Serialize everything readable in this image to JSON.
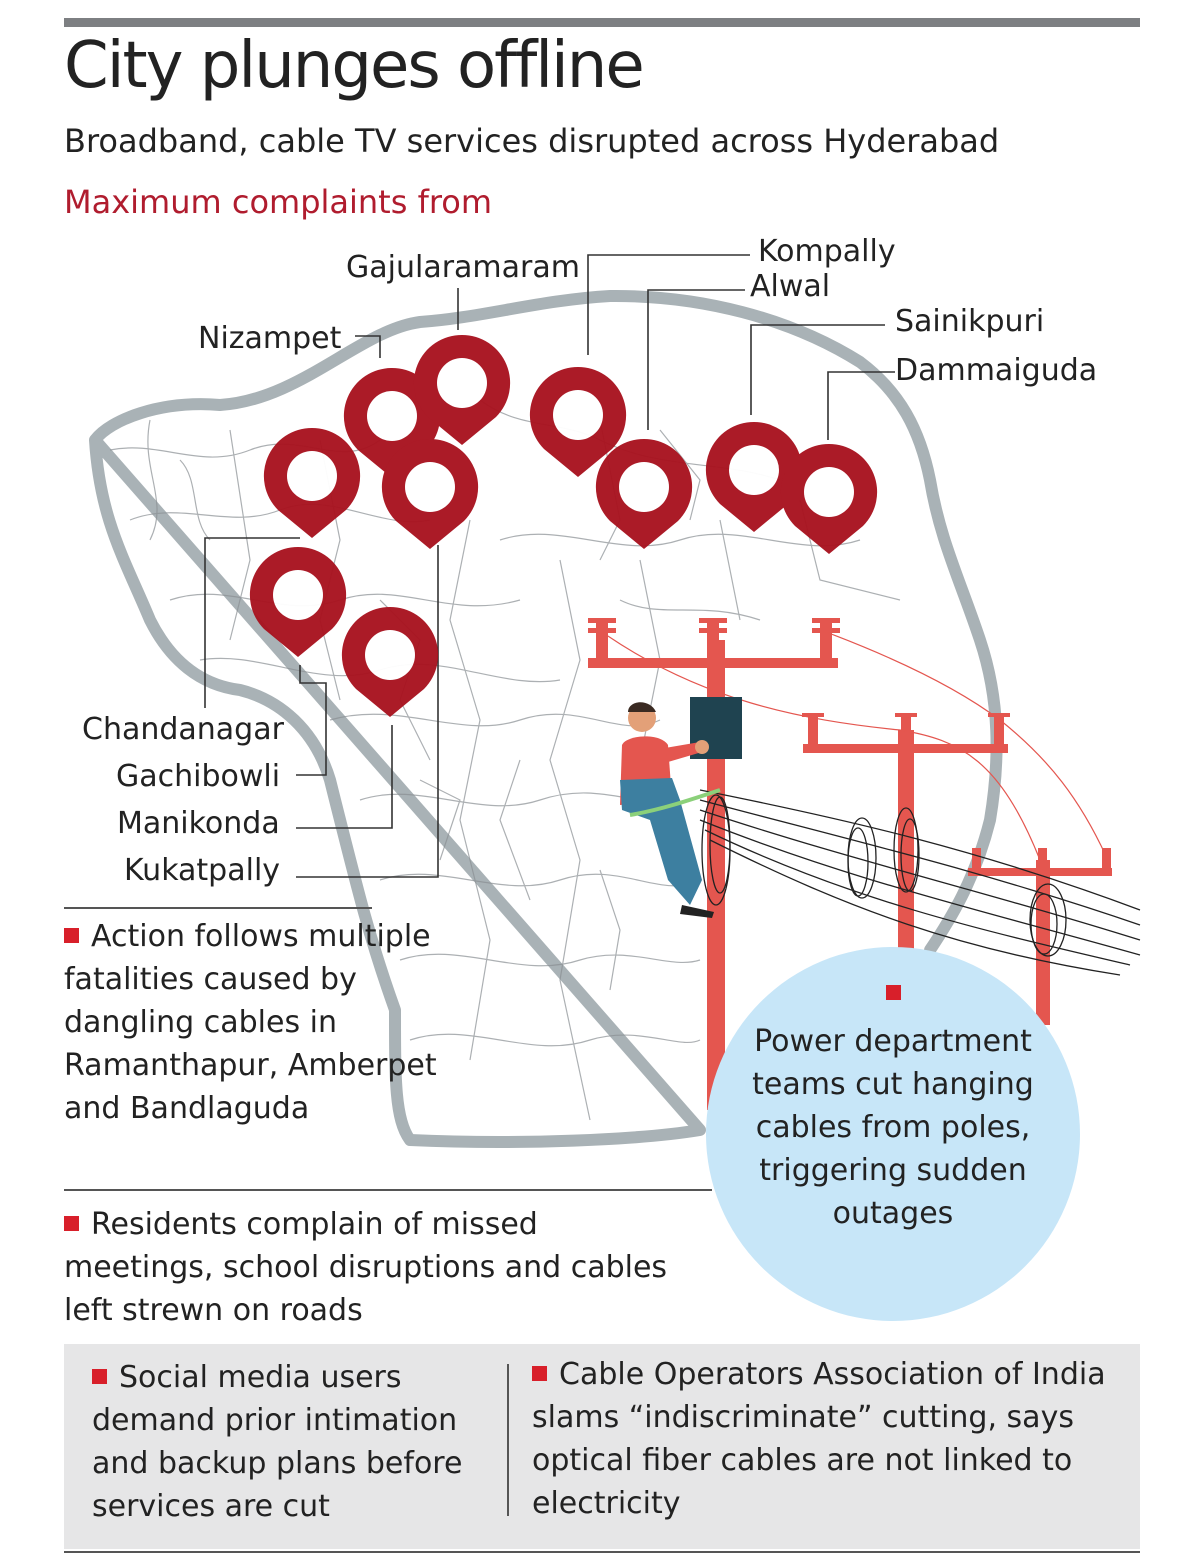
{
  "header": {
    "title": "City plunges offline",
    "subtitle": "Broadband, cable TV services disrupted across Hyderabad",
    "complaints_heading": "Maximum complaints from"
  },
  "localities": {
    "kompally": "Kompally",
    "gajularamaram": "Gajularamaram",
    "alwal": "Alwal",
    "nizampet": "Nizampet",
    "sainikpuri": "Sainikpuri",
    "dammaiguda": "Dammaiguda",
    "chandanagar": "Chandanagar",
    "gachibowli": "Gachibowli",
    "manikonda": "Manikonda",
    "kukatpally": "Kukatpally"
  },
  "notes": {
    "action": "Action follows multiple fatalities caused by dangling cables in Ramanthapur, Amberpet and Bandlaguda",
    "residents": "Residents complain of missed meetings, school disruptions and cables left strewn on roads",
    "power_department": "Power department teams cut hanging cables from poles, triggering sudden outages",
    "social_media": "Social media users demand prior intimation and backup plans before services are cut",
    "operators": "Cable Operators Association of India slams “indiscriminate” cutting, says optical fiber cables are not linked to electricity"
  },
  "colors": {
    "marker_red": "#a8111e",
    "bullet_red": "#d81f2a",
    "heading_red": "#b01c2e",
    "pole_red": "#e4564f",
    "circle_blue": "#c7e6f8",
    "outline_grey": "#a9b2b6",
    "footer_grey": "#e6e6e7"
  },
  "icons": [
    "location-pin-icon",
    "utility-pole-icon",
    "lineman-icon",
    "bullet-square-icon"
  ]
}
